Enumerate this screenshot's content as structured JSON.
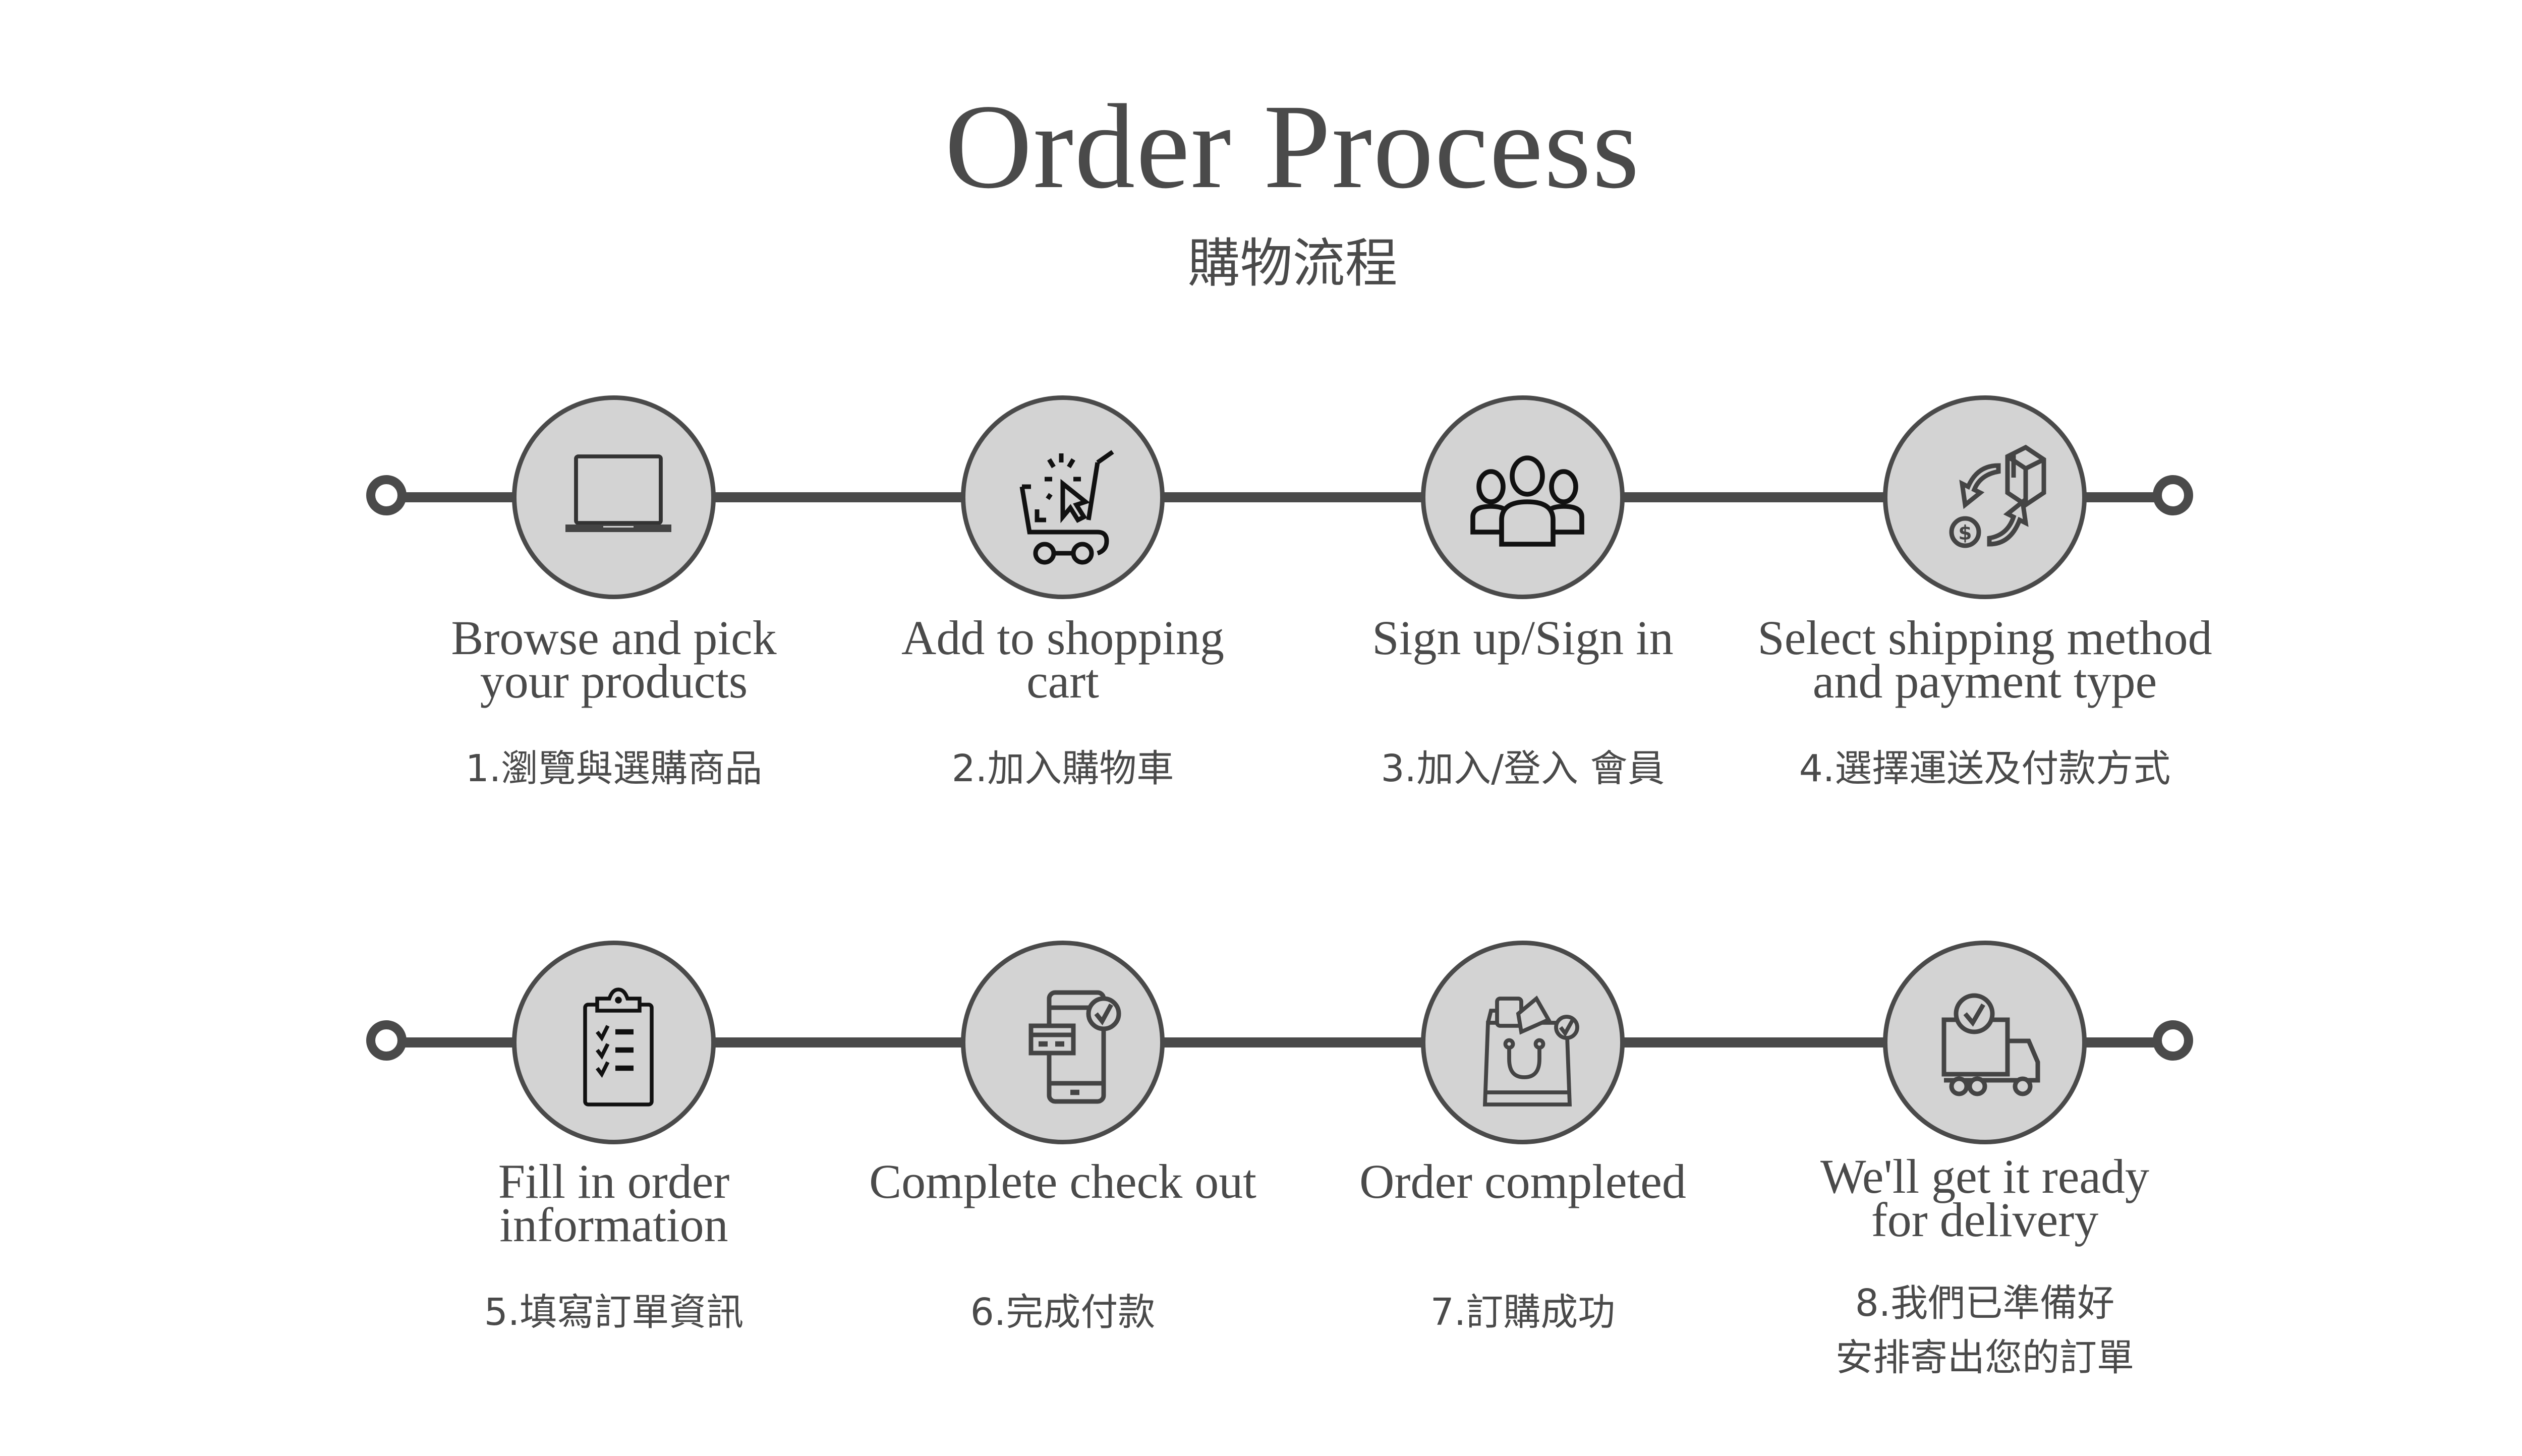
{
  "title": "Order Process",
  "subtitle": "購物流程",
  "colors": {
    "line": "#4a4a4a",
    "node_fill": "#d3d3d3",
    "text": "#4a4a4a",
    "background": "#ffffff"
  },
  "steps": [
    {
      "icon": "laptop-icon",
      "en": [
        "Browse and pick",
        "your products"
      ],
      "zh": [
        "1.瀏覽與選購商品"
      ]
    },
    {
      "icon": "shopping-cart-click-icon",
      "en": [
        "Add to shopping",
        "cart"
      ],
      "zh": [
        "2.加入購物車"
      ]
    },
    {
      "icon": "users-group-icon",
      "en": [
        "Sign up/Sign in"
      ],
      "zh": [
        "3.加入/登入 會員"
      ]
    },
    {
      "icon": "shipping-payment-exchange-icon",
      "en": [
        "Select shipping method",
        "and payment type"
      ],
      "zh": [
        "4.選擇運送及付款方式"
      ]
    },
    {
      "icon": "clipboard-checklist-icon",
      "en": [
        "Fill in order",
        "information"
      ],
      "zh": [
        "5.填寫訂單資訊"
      ]
    },
    {
      "icon": "mobile-payment-check-icon",
      "en": [
        "Complete check out"
      ],
      "zh": [
        "6.完成付款"
      ]
    },
    {
      "icon": "shopping-bag-check-icon",
      "en": [
        "Order completed"
      ],
      "zh": [
        "7.訂購成功"
      ]
    },
    {
      "icon": "delivery-truck-check-icon",
      "en": [
        "We'll get it ready",
        "for delivery"
      ],
      "zh": [
        "8.我們已準備好",
        "安排寄出您的訂單"
      ]
    }
  ]
}
